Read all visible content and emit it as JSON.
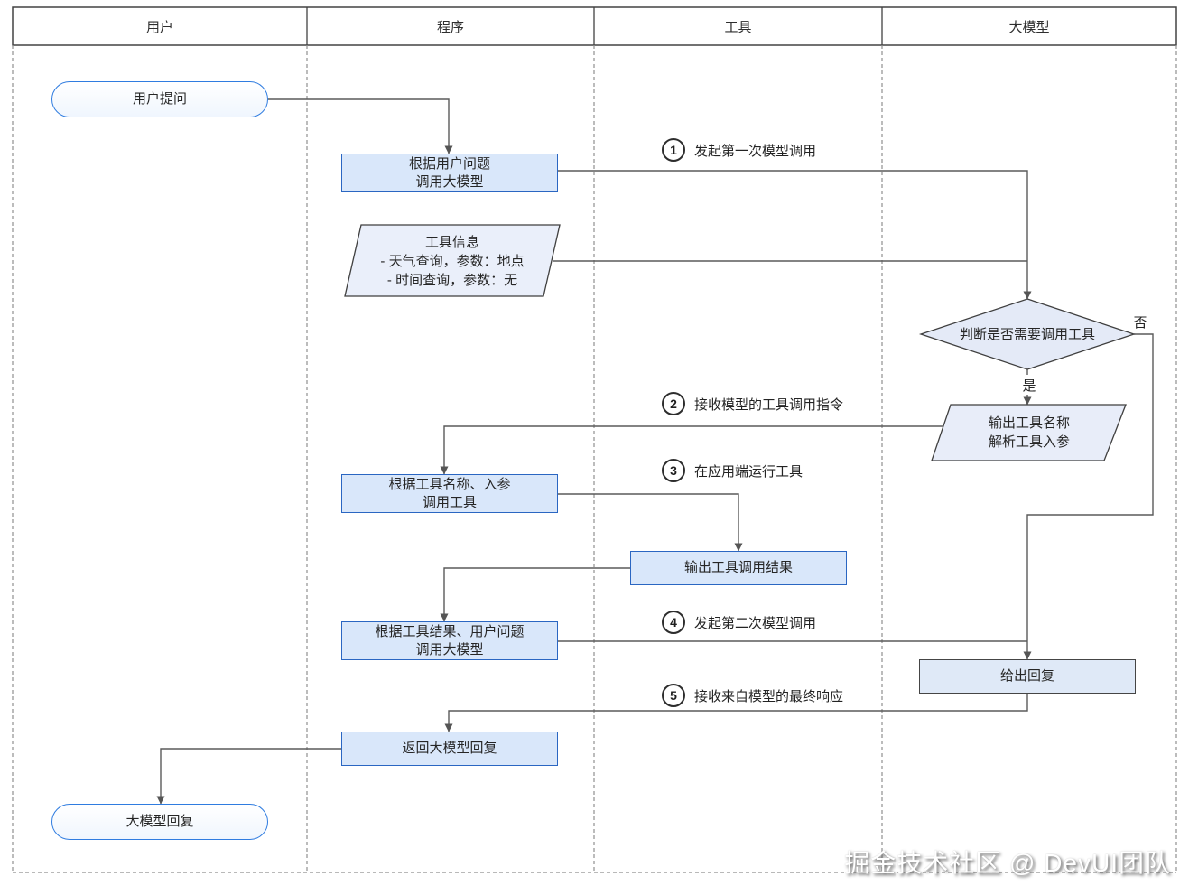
{
  "header": {
    "lanes": [
      "用户",
      "程序",
      "工具",
      "大模型"
    ]
  },
  "nodes": {
    "start": {
      "label": "用户提问"
    },
    "call_model_first": {
      "label": "根据用户问题\n调用大模型"
    },
    "tool_info": {
      "label": "工具信息\n- 天气查询，参数：地点\n- 时间查询，参数：无"
    },
    "decision": {
      "label": "判断是否需要调用工具"
    },
    "output_tool": {
      "label": "输出工具名称\n解析工具入参"
    },
    "call_tool": {
      "label": "根据工具名称、入参\n调用工具"
    },
    "tool_result": {
      "label": "输出工具调用结果"
    },
    "call_model_second": {
      "label": "根据工具结果、用户问题\n调用大模型"
    },
    "give_reply": {
      "label": "给出回复"
    },
    "return_reply": {
      "label": "返回大模型回复"
    },
    "end": {
      "label": "大模型回复"
    }
  },
  "steps": [
    {
      "num": "1",
      "label": "发起第一次模型调用"
    },
    {
      "num": "2",
      "label": "接收模型的工具调用指令"
    },
    {
      "num": "3",
      "label": "在应用端运行工具"
    },
    {
      "num": "4",
      "label": "发起第二次模型调用"
    },
    {
      "num": "5",
      "label": "接收来自模型的最终响应"
    }
  ],
  "branches": {
    "yes": "是",
    "no": "否"
  },
  "watermark": "掘金技术社区 @ DevUI团队",
  "colors": {
    "process_fill": "#d9e7fa",
    "process_border": "#2a66c2",
    "pill_border": "#2f7ce0",
    "shape_fill": "#e7ecf8",
    "shape_border": "#3f3f3f",
    "connector": "#5a5a5a",
    "lane_divider": "#8f8f8f"
  }
}
